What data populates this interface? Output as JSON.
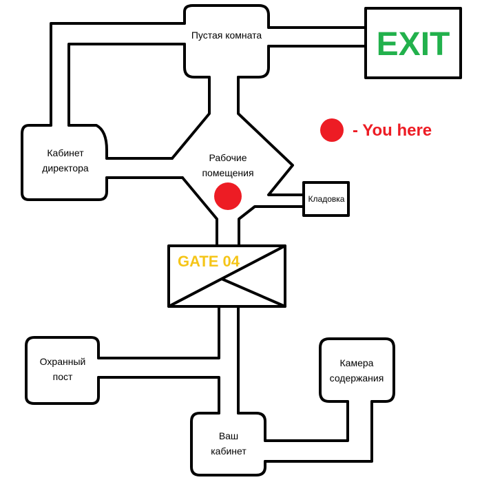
{
  "rooms": {
    "empty_room": "Пустая комната",
    "director_office_line1": "Кабинет",
    "director_office_line2": "директора",
    "work_area_line1": "Рабочие",
    "work_area_line2": "помещения",
    "storage": "Кладовка",
    "guard_post_line1": "Охранный",
    "guard_post_line2": "пост",
    "containment_line1": "Камера",
    "containment_line2": "содержания",
    "your_office_line1": "Ваш",
    "your_office_line2": "кабинет"
  },
  "exit": {
    "label": "EXIT",
    "color": "#22b14c"
  },
  "gate": {
    "label": "GATE 04",
    "color": "#f5c518"
  },
  "legend": {
    "label": "- You here",
    "color": "#ed1c24"
  },
  "marker": {
    "color": "#ed1c24",
    "room": "Рабочие помещения"
  }
}
